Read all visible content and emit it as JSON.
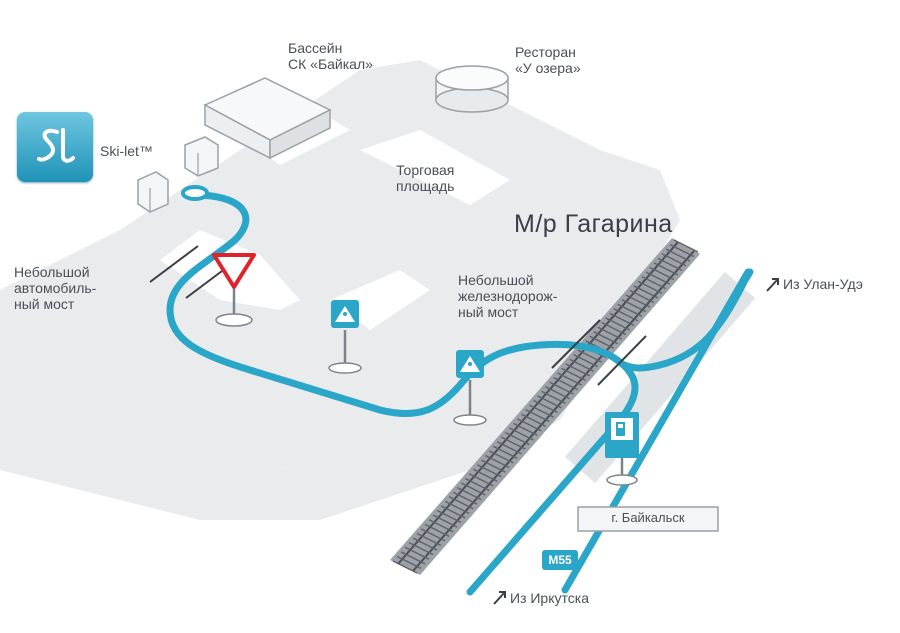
{
  "colors": {
    "route": "#2aa6c8",
    "ground": "#e9ebed",
    "buildings": "#f7f8f9",
    "outline": "#9aa1a8",
    "text": "#4a4f57",
    "warning": "#e0222a",
    "rail": "#4c4f55"
  },
  "labels": {
    "pool": "Бассейн\nСК «Байкал»",
    "restaurant": "Ресторан\n«У озера»",
    "skilet": "Ski-let™",
    "market": "Торговая\nплощадь",
    "district": "М/р Гагарина",
    "small_car_bridge": "Небольшой\nавтомобиль-\nный мост",
    "small_rail_bridge": "Небольшой\nжелезнодорож-\nный мост",
    "from_ulan_ude": "Из Улан-Удэ",
    "from_irkutsk": "Из Иркутска",
    "baikalsk_sign": "г. Байкальск",
    "road_number": "M55"
  },
  "icons": [
    "skilet-logo-icon",
    "yield-sign-icon",
    "pedestrian-crossing-sign-icon",
    "gas-station-sign-icon",
    "direction-arrow-icon"
  ]
}
